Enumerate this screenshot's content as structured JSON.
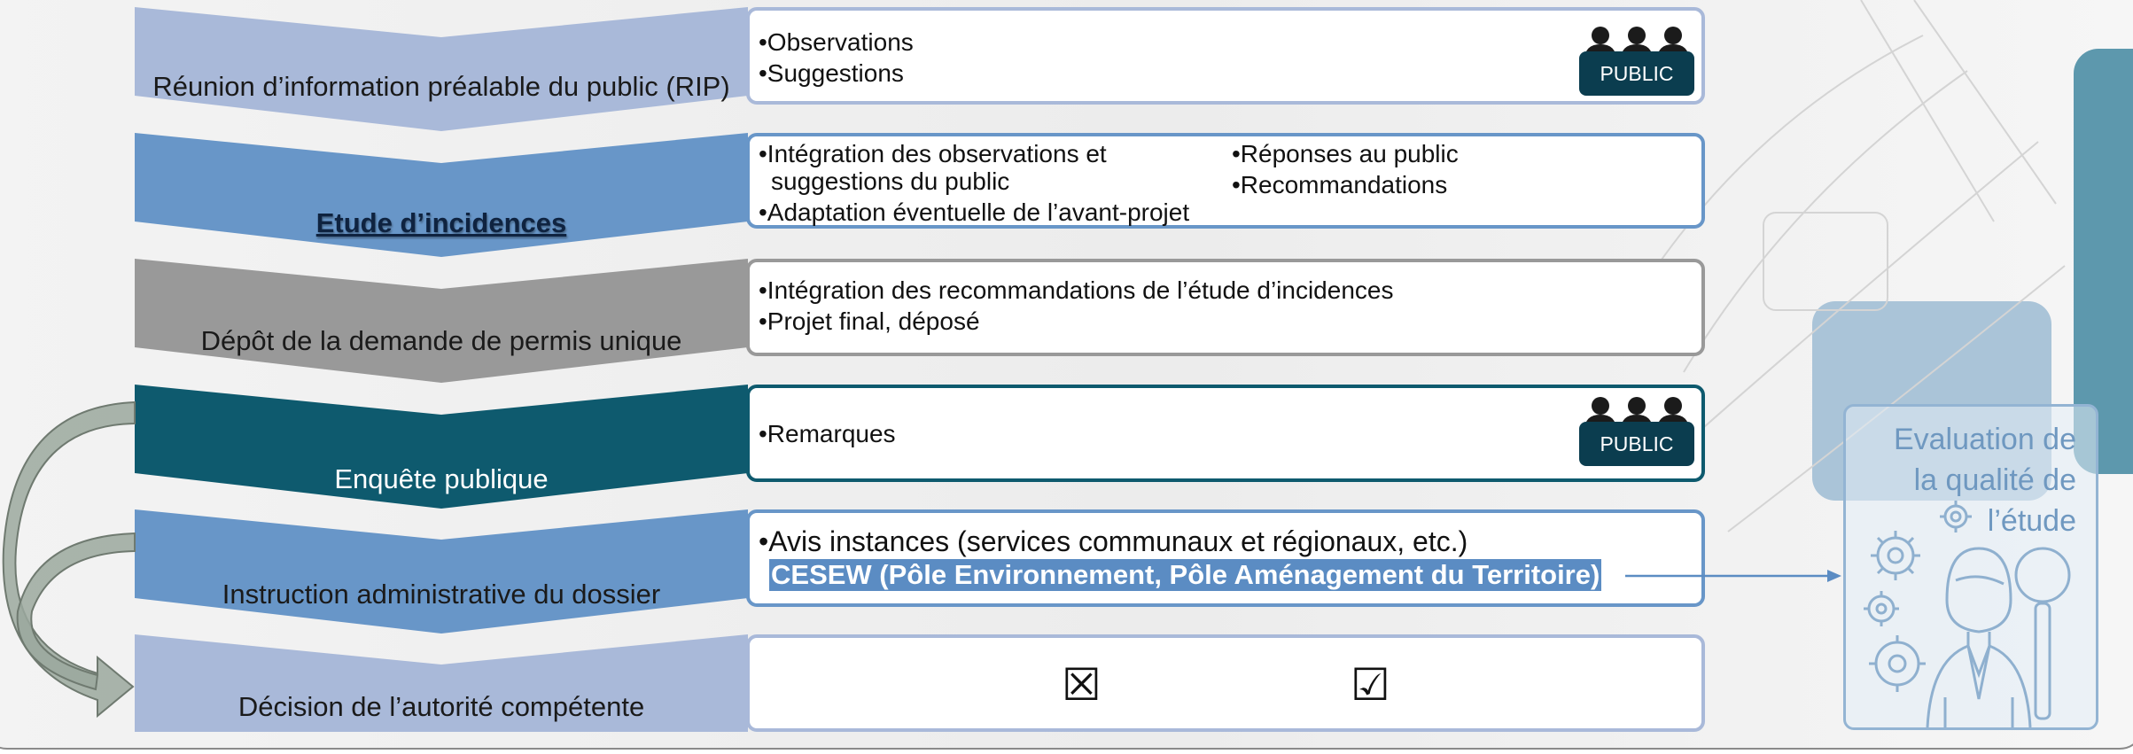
{
  "stages": [
    {
      "label": "Réunion d’information préalable du public (RIP)",
      "color": "#a9b9d9",
      "text_color": "#1a1a1a"
    },
    {
      "label": "Etude d’incidences",
      "color": "#6896c8",
      "text_color": "#0f2340",
      "style": "bold-underline"
    },
    {
      "label": "Dépôt de la demande de permis unique",
      "color": "#999999",
      "text_color": "#1a1a1a"
    },
    {
      "label": "Enquête publique",
      "color": "#0e5a6e",
      "text_color": "#ffffff"
    },
    {
      "label": "Instruction administrative du dossier",
      "color": "#6896c8",
      "text_color": "#1a1a1a"
    },
    {
      "label": "Décision de l’autorité compétente",
      "color": "#a9b9d9",
      "text_color": "#1a1a1a"
    }
  ],
  "boxes": {
    "rip": {
      "items": [
        "•Observations",
        "•Suggestions"
      ],
      "border": "#a9b9d9"
    },
    "etude": {
      "col1": [
        "•Intégration des observations et",
        "suggestions du public",
        "•Adaptation éventuelle de l’avant-projet"
      ],
      "col2": [
        "•Réponses au public",
        "•Recommandations"
      ],
      "border": "#6896c8"
    },
    "depot": {
      "items": [
        "•Intégration des recommandations de l’étude d’incidences",
        "•Projet final, déposé"
      ],
      "border": "#999999"
    },
    "enquete": {
      "items": [
        "•Remarques"
      ],
      "border": "#0e5a6e"
    },
    "instruction": {
      "line1": "•Avis instances (services communaux et régionaux, etc.)",
      "line2": "CESEW (Pôle Environnement, Pôle Aménagement du Territoire)",
      "border": "#6896c8",
      "highlight": "#5b8cc3"
    },
    "decision": {
      "rejected_mark": "☒",
      "approved_mark": "☑",
      "border": "#a9b9d9"
    }
  },
  "public_badge": {
    "label": "PUBLIC",
    "icon": "people-icon",
    "color": "#0b3d4f"
  },
  "evaluation": {
    "title": "Evaluation de\nla qualité de\nl’étude",
    "icon": "researcher-magnifier-gears-icon",
    "color": "#6f98c0"
  },
  "colors": {
    "frame_border": "#8a8a8a",
    "decor_tiles": "#aac4d8",
    "decor_teal": "#5d98ad",
    "arrow": "#9ba89e"
  }
}
